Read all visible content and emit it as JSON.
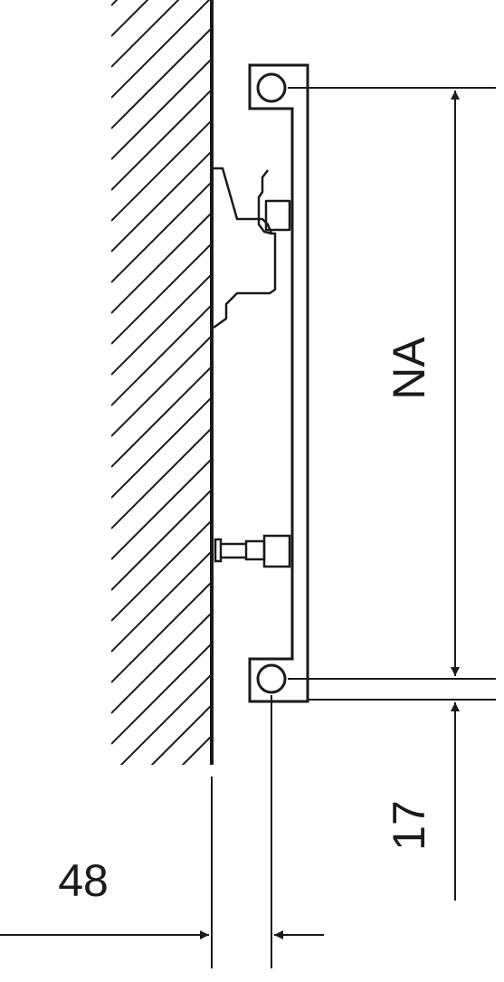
{
  "drawing": {
    "dimensions": {
      "height_label": "NA",
      "offset_label": "17",
      "depth_label": "48"
    },
    "colors": {
      "line": "#1a1a1a",
      "background": "#ffffff"
    }
  }
}
